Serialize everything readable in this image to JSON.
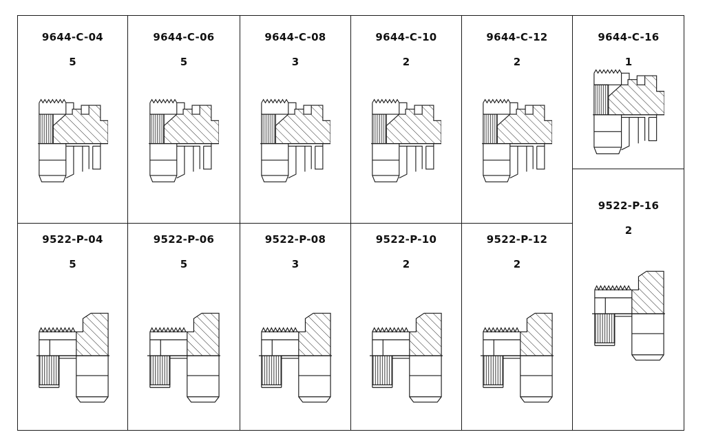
{
  "colors": {
    "ink": "#1a1a1a",
    "paper": "#ffffff"
  },
  "top_row": [
    {
      "part": "9644-C-04",
      "qty": "5",
      "icon": "female-cap-fitting-icon"
    },
    {
      "part": "9644-C-06",
      "qty": "5",
      "icon": "female-cap-fitting-icon"
    },
    {
      "part": "9644-C-08",
      "qty": "3",
      "icon": "female-cap-fitting-icon"
    },
    {
      "part": "9644-C-10",
      "qty": "2",
      "icon": "female-cap-fitting-icon"
    },
    {
      "part": "9644-C-12",
      "qty": "2",
      "icon": "female-cap-fitting-icon"
    }
  ],
  "bottom_row": [
    {
      "part": "9522-P-04",
      "qty": "5",
      "icon": "male-plug-fitting-icon"
    },
    {
      "part": "9522-P-06",
      "qty": "5",
      "icon": "male-plug-fitting-icon"
    },
    {
      "part": "9522-P-08",
      "qty": "3",
      "icon": "male-plug-fitting-icon"
    },
    {
      "part": "9522-P-10",
      "qty": "2",
      "icon": "male-plug-fitting-icon"
    },
    {
      "part": "9522-P-12",
      "qty": "2",
      "icon": "male-plug-fitting-icon"
    }
  ],
  "right_column": [
    {
      "part": "9644-C-16",
      "qty": "1",
      "icon": "female-cap-fitting-icon"
    },
    {
      "part": "9522-P-16",
      "qty": "2",
      "icon": "male-plug-fitting-icon"
    }
  ]
}
